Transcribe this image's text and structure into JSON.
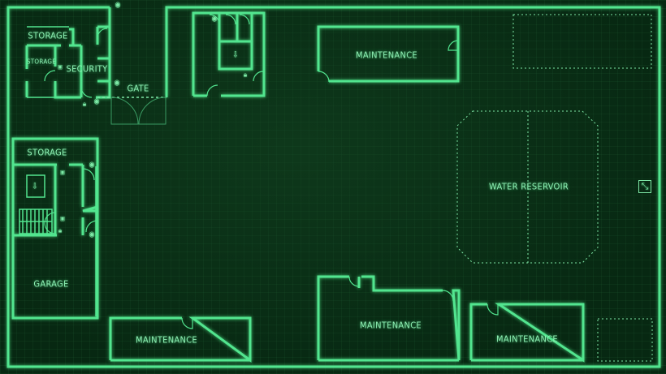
{
  "colors": {
    "background": "#072812",
    "wall": "#52e58f",
    "label": "#8ff0b4"
  },
  "rooms": {
    "storage_top": "STORAGE",
    "storage_small": "STORAGE",
    "security": "SECURITY",
    "gate": "GATE",
    "maintenance_top": "MAINTENANCE",
    "water_reservoir": "WATER RESERVOIR",
    "storage_left": "STORAGE",
    "garage": "GARAGE",
    "maintenance_bottom_left": "MAINTENANCE",
    "maintenance_bottom_center": "MAINTENANCE",
    "maintenance_bottom_right": "MAINTENANCE"
  },
  "icons": {
    "camera": "camera-icon",
    "lock": "lock-icon",
    "elevator": "elevator-icon",
    "stairs": "stairs-icon",
    "keycard_reader": "keycard-reader-icon"
  }
}
